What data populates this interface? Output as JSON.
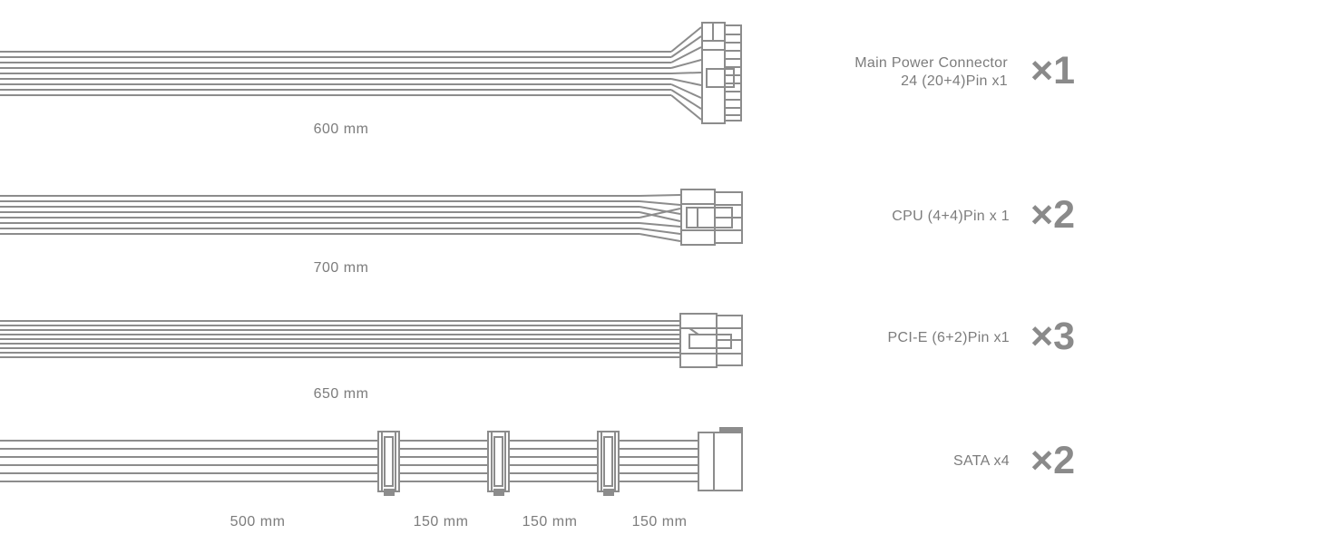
{
  "cables": [
    {
      "lines": [
        "Main Power Connector",
        "24 (20+4)Pin x1"
      ],
      "count": "×1",
      "lengths": [
        "600 mm"
      ]
    },
    {
      "lines": [
        "CPU (4+4)Pin x 1"
      ],
      "count": "×2",
      "lengths": [
        "700 mm"
      ]
    },
    {
      "lines": [
        "PCI-E (6+2)Pin x1"
      ],
      "count": "×3",
      "lengths": [
        "650 mm"
      ]
    },
    {
      "lines": [
        "SATA x4"
      ],
      "count": "×2",
      "lengths": [
        "500 mm",
        "150 mm",
        "150 mm",
        "150 mm"
      ]
    }
  ],
  "colors": {
    "stroke": "#8c8c8c",
    "text": "#7c7c7c",
    "background": "#ffffff"
  }
}
